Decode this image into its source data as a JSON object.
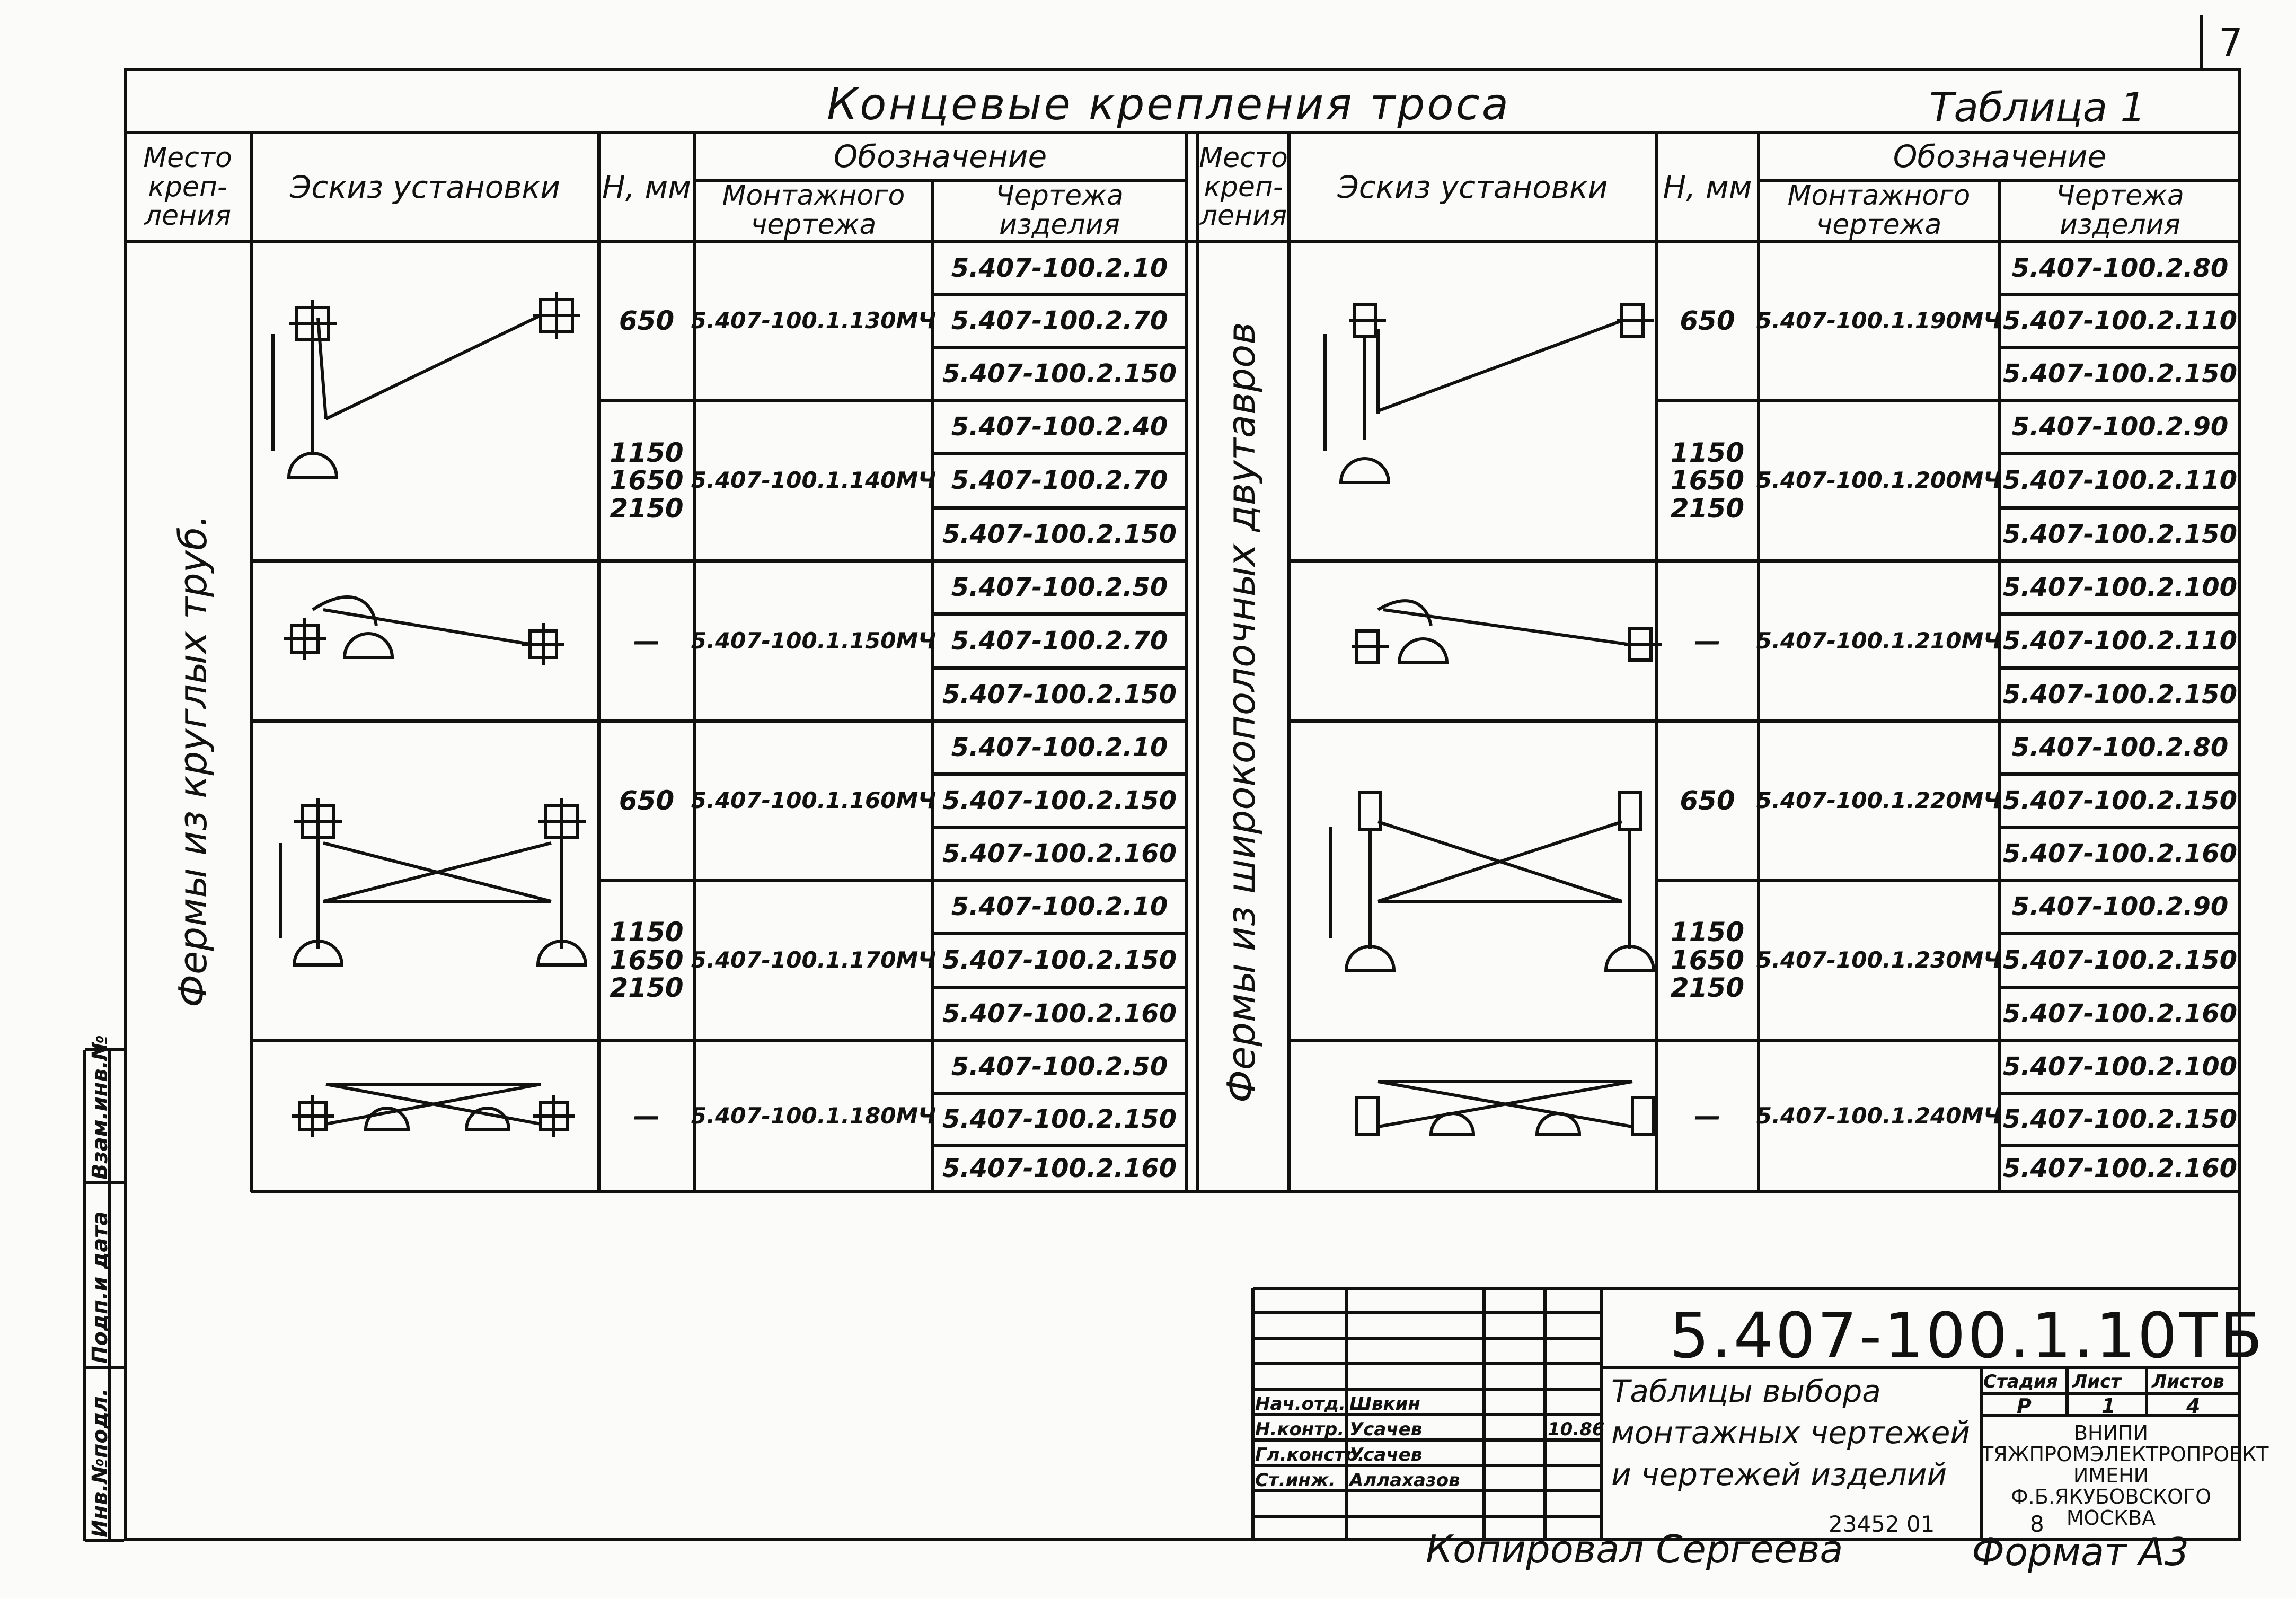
{
  "sheet_number": "7",
  "title": "Концевые крепления троса",
  "table_label": "Таблица 1",
  "headers": {
    "place": "Место креп- ления",
    "sketch": "Эскиз установки",
    "h": "Н, мм",
    "designation": "Обозначение",
    "assembly": "Монтажного чертежа",
    "product": "Чертежа изделия"
  },
  "left_group_label": "Фермы из круглых труб.",
  "right_group_label": "Фермы из широкополочных двутавров",
  "left_rows": [
    {
      "h": "650",
      "assembly": "5.407-100.1.130МЧ",
      "products": [
        "5.407-100.2.10",
        "5.407-100.2.70",
        "5.407-100.2.150"
      ]
    },
    {
      "h": "1150 1650 2150",
      "assembly": "5.407-100.1.140МЧ",
      "products": [
        "5.407-100.2.40",
        "5.407-100.2.70",
        "5.407-100.2.150"
      ]
    },
    {
      "h": "—",
      "assembly": "5.407-100.1.150МЧ",
      "products": [
        "5.407-100.2.50",
        "5.407-100.2.70",
        "5.407-100.2.150"
      ]
    },
    {
      "h": "650",
      "assembly": "5.407-100.1.160МЧ",
      "products": [
        "5.407-100.2.10",
        "5.407-100.2.150",
        "5.407-100.2.160"
      ]
    },
    {
      "h": "1150 1650 2150",
      "assembly": "5.407-100.1.170МЧ",
      "products": [
        "5.407-100.2.10",
        "5.407-100.2.150",
        "5.407-100.2.160"
      ]
    },
    {
      "h": "—",
      "assembly": "5.407-100.1.180МЧ",
      "products": [
        "5.407-100.2.50",
        "5.407-100.2.150",
        "5.407-100.2.160"
      ]
    }
  ],
  "right_rows": [
    {
      "h": "650",
      "assembly": "5.407-100.1.190МЧ",
      "products": [
        "5.407-100.2.80",
        "5.407-100.2.110",
        "5.407-100.2.150"
      ]
    },
    {
      "h": "1150 1650 2150",
      "assembly": "5.407-100.1.200МЧ",
      "products": [
        "5.407-100.2.90",
        "5.407-100.2.110",
        "5.407-100.2.150"
      ]
    },
    {
      "h": "—",
      "assembly": "5.407-100.1.210МЧ",
      "products": [
        "5.407-100.2.100",
        "5.407-100.2.110",
        "5.407-100.2.150"
      ]
    },
    {
      "h": "650",
      "assembly": "5.407-100.1.220МЧ",
      "products": [
        "5.407-100.2.80",
        "5.407-100.2.150",
        "5.407-100.2.160"
      ]
    },
    {
      "h": "1150 1650 2150",
      "assembly": "5.407-100.1.230МЧ",
      "products": [
        "5.407-100.2.90",
        "5.407-100.2.150",
        "5.407-100.2.160"
      ]
    },
    {
      "h": "—",
      "assembly": "5.407-100.1.240МЧ",
      "products": [
        "5.407-100.2.100",
        "5.407-100.2.150",
        "5.407-100.2.160"
      ]
    }
  ],
  "side_stamp": [
    "Инв.№подл.",
    "Подп.и дата",
    "Взам.инв.№"
  ],
  "title_block": {
    "doc_code": "5.407-100.1.10ТБ",
    "doc_name": "Таблицы выбора монтажных чертежей и чертежей изделий",
    "roles": [
      "Нач.отд.",
      "Н.контр.",
      "Гл.констр.",
      "Ст.инж."
    ],
    "names": [
      "Швкин",
      "Усачев",
      "Усачев",
      "Аллахазов"
    ],
    "date": "10.86",
    "stage_label": "Стадия",
    "sheet_label": "Лист",
    "sheets_label": "Листов",
    "stage": "Р",
    "sheet": "1",
    "sheets": "4",
    "org": [
      "ВНИПИ",
      "ТЯЖПРОМЭЛЕКТРОПРОЕКТ",
      "ИМЕНИ Ф.Б.ЯКУБОВСКОГО",
      "МОСКВА"
    ]
  },
  "footer": {
    "copied": "Копировал Сергеева",
    "order": "23452 01",
    "page": "8",
    "format": "Формат А3"
  }
}
